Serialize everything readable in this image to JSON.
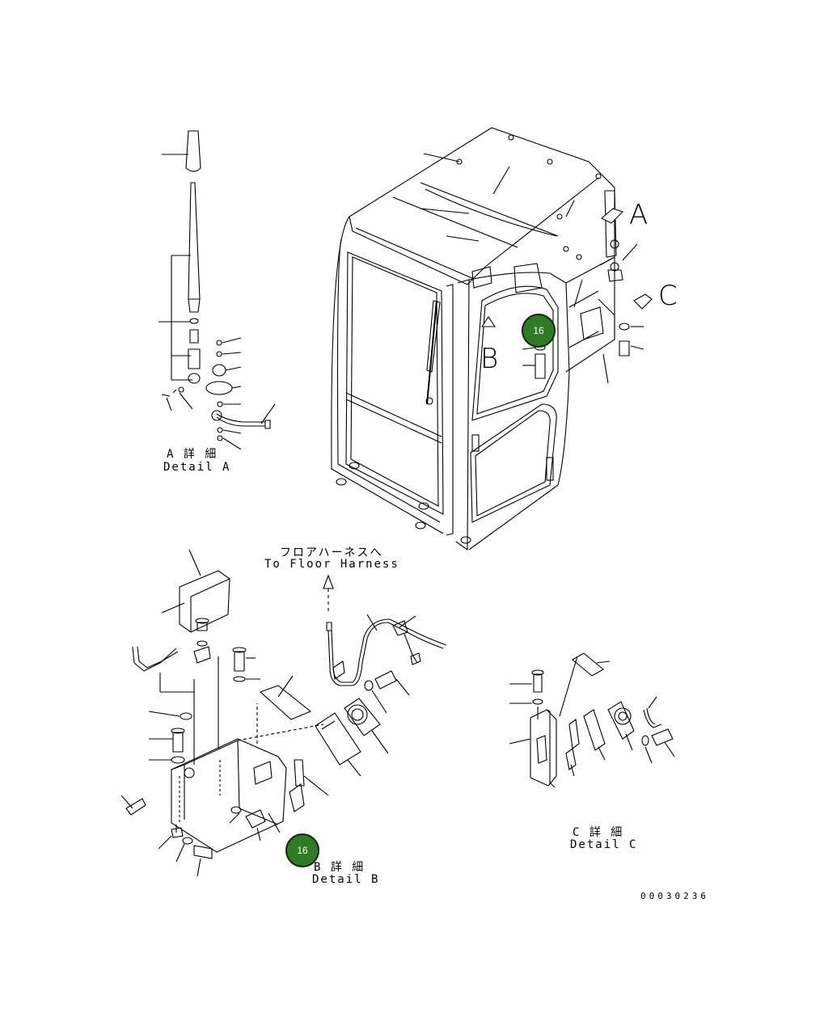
{
  "hotspots": [
    {
      "label": "16"
    },
    {
      "label": "16"
    }
  ],
  "view_letters": {
    "a": "A",
    "b": "B",
    "c": "C"
  },
  "details": {
    "a_jp": "A 詳 細",
    "a_en": "Detail A",
    "b_jp": "B 詳 細",
    "b_en": "Detail B",
    "c_jp": "C 詳 細",
    "c_en": "Detail C"
  },
  "floor_harness": {
    "jp": "フロアハーネスへ",
    "en": "To Floor Harness"
  },
  "drawing_number": "00030236",
  "colors": {
    "hotspot_fill": "#2f7a25",
    "line": "#000000"
  }
}
